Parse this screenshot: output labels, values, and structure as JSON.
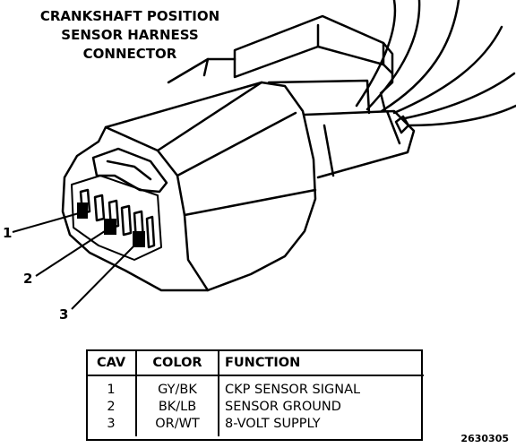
{
  "title": {
    "line1": "CRANKSHAFT POSITION",
    "line2": "SENSOR HARNESS",
    "line3": "CONNECTOR"
  },
  "pin_labels": [
    "1",
    "2",
    "3"
  ],
  "table": {
    "headers": [
      "CAV",
      "COLOR",
      "FUNCTION"
    ],
    "rows": [
      {
        "cav": "1",
        "color": "GY/BK",
        "function": "CKP SENSOR SIGNAL"
      },
      {
        "cav": "2",
        "color": "BK/LB",
        "function": "SENSOR GROUND"
      },
      {
        "cav": "3",
        "color": "OR/WT",
        "function": "8-VOLT SUPPLY"
      }
    ]
  },
  "figure_id": "2630305"
}
